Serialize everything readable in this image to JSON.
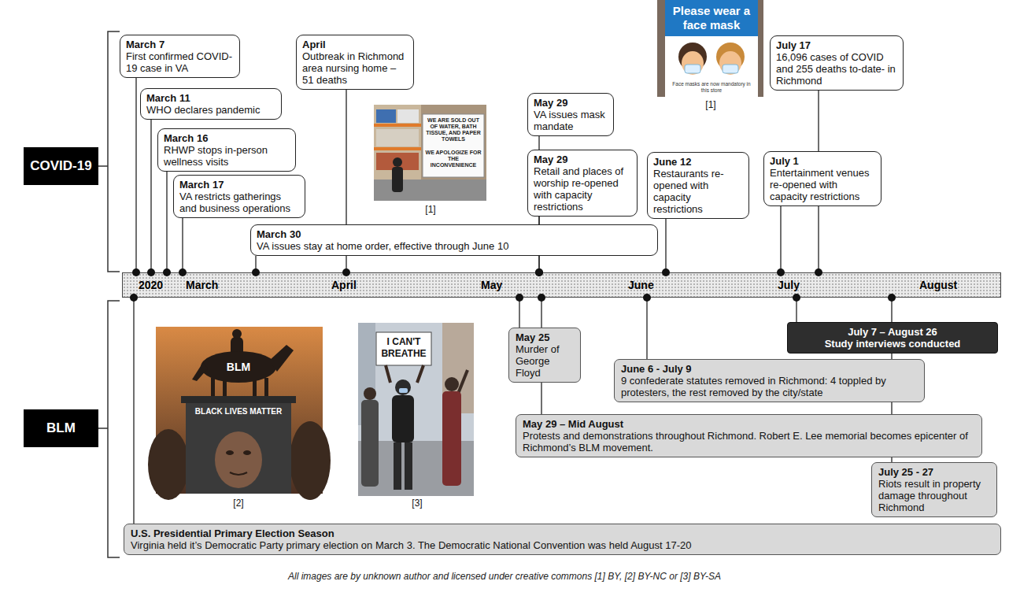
{
  "diagram": {
    "caption": "All images are by unknown author and licensed under creative commons [1] BY, [2] BY-NC or [3] BY-SA",
    "nodes": [
      {
        "text": [
          "COVID-19"
        ]
      },
      {
        "text": [
          "BLM"
        ]
      },
      {
        "text": [
          "March 7",
          "First confirmed COVID-19 case in VA"
        ]
      },
      {
        "text": [
          "March 11",
          "WHO declares pandemic"
        ]
      },
      {
        "text": [
          "March 16",
          "RHWP stops in-person wellness visits"
        ]
      },
      {
        "text": [
          "March 17",
          "VA restricts gatherings and business operations"
        ]
      },
      {
        "text": [
          "April",
          "Outbreak in Richmond area nursing home – 51 deaths"
        ]
      },
      {
        "text": [
          "March 30",
          "VA issues stay at home order, effective through June 10"
        ]
      },
      {
        "text": [
          "May 29",
          "VA issues mask mandate"
        ]
      },
      {
        "text": [
          "May 29",
          "Retail and places of worship re-opened with capacity restrictions"
        ]
      },
      {
        "text": [
          "June 12",
          "Restaurants re-opened with capacity restrictions"
        ]
      },
      {
        "text": [
          "July 17",
          "16,096 cases of COVID and 255 deaths to-date- in Richmond"
        ]
      },
      {
        "text": [
          "July 1",
          "Entertainment venues re-opened with capacity restrictions"
        ]
      },
      {
        "text": [
          "2020",
          "March",
          "April",
          "May",
          "June",
          "July",
          "August"
        ]
      },
      {
        "text": [
          "May 25",
          "Murder of George Floyd"
        ]
      },
      {
        "text": [
          "July 7 – August 26",
          "Study interviews conducted"
        ]
      },
      {
        "text": [
          "June 6 - July 9",
          "9 confederate statutes removed in Richmond: 4 toppled by protesters, the rest removed by the city/state"
        ]
      },
      {
        "text": [
          "May 29 – Mid August",
          "Protests and demonstrations throughout Richmond. Robert E. Lee memorial becomes epicenter of Richmond’s BLM movement."
        ]
      },
      {
        "text": [
          "July 25 - 27",
          "Riots result in property damage throughout Richmond"
        ]
      },
      {
        "text": [
          "U.S. Presidential Primary Election Season",
          "Virginia held it’s Democratic Party primary election on March 3. The Democratic National Convention was held August 17-20"
        ]
      }
    ],
    "edges": [
      {
        "from": 2,
        "to": 13,
        "arrow": "none"
      },
      {
        "from": 3,
        "to": 13,
        "arrow": "none"
      },
      {
        "from": 4,
        "to": 13,
        "arrow": "none"
      },
      {
        "from": 5,
        "to": 13,
        "arrow": "none"
      },
      {
        "from": 6,
        "to": 13,
        "arrow": "none"
      },
      {
        "from": 7,
        "to": 13,
        "arrow": "none"
      },
      {
        "from": 8,
        "to": 13,
        "arrow": "none"
      },
      {
        "from": 9,
        "to": 13,
        "arrow": "none"
      },
      {
        "from": 10,
        "to": 13,
        "arrow": "none"
      },
      {
        "from": 11,
        "to": 13,
        "arrow": "none"
      },
      {
        "from": 12,
        "to": 13,
        "arrow": "none"
      },
      {
        "from": 14,
        "to": 13,
        "arrow": "none"
      },
      {
        "from": 15,
        "to": 13,
        "arrow": "none"
      },
      {
        "from": 16,
        "to": 13,
        "arrow": "none"
      },
      {
        "from": 17,
        "to": 13,
        "arrow": "none"
      },
      {
        "from": 18,
        "to": 13,
        "arrow": "none"
      },
      {
        "from": 19,
        "to": 13,
        "arrow": "none"
      }
    ],
    "labels": [
      "WE ARE SOLD OUT OF WATER, BATH TISSUE, AND PAPER TOWELS",
      "WE APOLOGIZE FOR THE INCONVENIENCE",
      "[1]",
      "Please wear a face mask",
      "Face masks are now mandatory in this store",
      "[1]",
      "BLM",
      "BLACK LIVES MATTER",
      "[2]",
      "I CAN'T BREATHE",
      "[3]"
    ]
  }
}
